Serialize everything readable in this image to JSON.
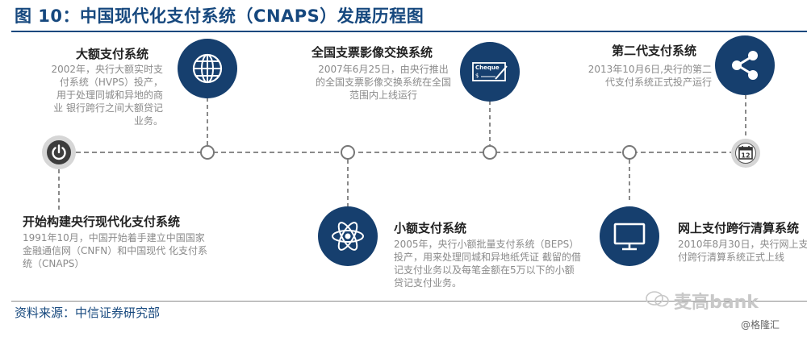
{
  "title": "图 10：中国现代化支付系统（CNAPS）发展历程图",
  "source": "资料来源：中信证券研究部",
  "watermark": {
    "main": "麦高bank",
    "sub": "@格隆汇"
  },
  "events": [
    {
      "title": "开始构建央行现代化支付系统",
      "desc": "1991年10月，中国开始着手建立中国国家金融通信网（CNFN）和中国现代 化支付系统（CNAPS）",
      "icon": "power-icon"
    },
    {
      "title": "大额支付系统",
      "desc": "2002年，央行大额实时支付系统（HVPS）投产，用于处理同城和异地的商业 银行跨行之间大额贷记业务。",
      "icon": "globe-icon"
    },
    {
      "title": "小额支付系统",
      "desc": "2005年，央行小额批量支付系统（BEPS）投产，用来处理同城和异地纸凭证 截留的借记支付业务以及每笔金额在5万以下的小额贷记支付业务。",
      "icon": "atom-icon"
    },
    {
      "title": "全国支票影像交换系统",
      "desc": "2007年6月25日，由央行推出的全国支票影像交换系统在全国范围内上线运行",
      "icon": "cheque-icon",
      "icon_text": "Cheque",
      "icon_sub": "$"
    },
    {
      "title": "网上支付跨行清算系统",
      "desc": "2010年8月30日，央行网上支付跨行清算系统正式上线",
      "icon": "monitor-icon"
    },
    {
      "title": "第二代支付系统",
      "desc": "2013年10月6日,央行的第二代支付系统正式投产运行",
      "icon": "share-icon"
    }
  ],
  "end_icon_text": "12",
  "colors": {
    "title": "#16487e",
    "icon_bg": "#163f6e",
    "desc": "#8a8a8a",
    "line": "#8a8a8a"
  }
}
